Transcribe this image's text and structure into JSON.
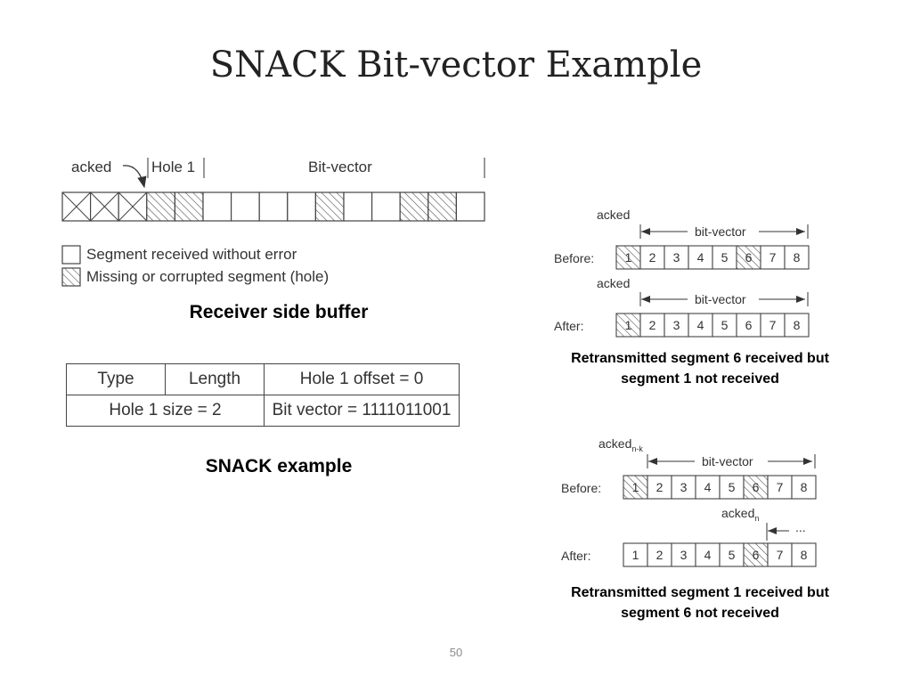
{
  "title": "SNACK Bit-vector Example",
  "slide_number": "50",
  "receiver_buffer": {
    "labels": {
      "acked": "acked",
      "hole": "Hole 1",
      "bitvector": "Bit-vector"
    },
    "cells": [
      "acked",
      "acked",
      "acked",
      "hole",
      "hole",
      "ok",
      "ok",
      "ok",
      "ok",
      "hole",
      "ok",
      "ok",
      "hole",
      "hole",
      "ok"
    ],
    "legend": {
      "received": "Segment received without error",
      "missing": "Missing or corrupted segment (hole)"
    },
    "caption": "Receiver side buffer"
  },
  "snack_table": {
    "type": "Type",
    "length": "Length",
    "hole_offset": "Hole 1 offset = 0",
    "hole_size": "Hole 1 size = 2",
    "bit_vector": "Bit vector = 1111011001",
    "caption": "SNACK example"
  },
  "example1": {
    "acked_label": "acked",
    "bitvector_label": "bit-vector",
    "before_label": "Before:",
    "after_label": "After:",
    "numbers": [
      "1",
      "2",
      "3",
      "4",
      "5",
      "6",
      "7",
      "8"
    ],
    "before_holes": [
      1,
      6
    ],
    "after_holes": [
      1
    ],
    "caption_line1": "Retransmitted segment 6 received but",
    "caption_line2": "segment 1 not received"
  },
  "example2": {
    "acked_before": "acked",
    "acked_before_sub": "n-k",
    "bitvector_label": "bit-vector",
    "acked_after": "acked",
    "acked_after_sub": "n",
    "ellipsis": "...",
    "before_label": "Before:",
    "after_label": "After:",
    "numbers": [
      "1",
      "2",
      "3",
      "4",
      "5",
      "6",
      "7",
      "8"
    ],
    "before_holes": [
      1,
      6
    ],
    "after_holes": [
      6
    ],
    "caption_line1": "Retransmitted segment 1 received but",
    "caption_line2": "segment 6 not received"
  }
}
